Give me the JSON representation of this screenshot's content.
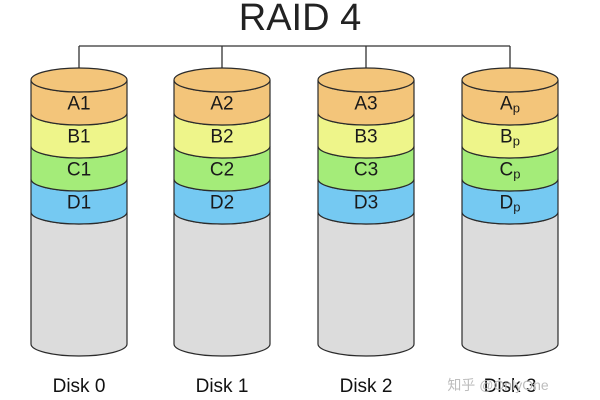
{
  "title": "RAID 4",
  "disks": [
    {
      "name": "Disk 0",
      "blocks": [
        {
          "main": "A1",
          "sub": ""
        },
        {
          "main": "B1",
          "sub": ""
        },
        {
          "main": "C1",
          "sub": ""
        },
        {
          "main": "D1",
          "sub": ""
        }
      ]
    },
    {
      "name": "Disk 1",
      "blocks": [
        {
          "main": "A2",
          "sub": ""
        },
        {
          "main": "B2",
          "sub": ""
        },
        {
          "main": "C2",
          "sub": ""
        },
        {
          "main": "D2",
          "sub": ""
        }
      ]
    },
    {
      "name": "Disk 2",
      "blocks": [
        {
          "main": "A3",
          "sub": ""
        },
        {
          "main": "B3",
          "sub": ""
        },
        {
          "main": "C3",
          "sub": ""
        },
        {
          "main": "D3",
          "sub": ""
        }
      ]
    },
    {
      "name": "Disk 3",
      "blocks": [
        {
          "main": "A",
          "sub": "p"
        },
        {
          "main": "B",
          "sub": "p"
        },
        {
          "main": "C",
          "sub": "p"
        },
        {
          "main": "D",
          "sub": "p"
        }
      ]
    }
  ],
  "block_colors": [
    "#f3c57a",
    "#eef58a",
    "#a4ec79",
    "#75c9f2"
  ],
  "cylinder_color": "#dcdcdc",
  "watermark": "知乎 @OnlyOne"
}
